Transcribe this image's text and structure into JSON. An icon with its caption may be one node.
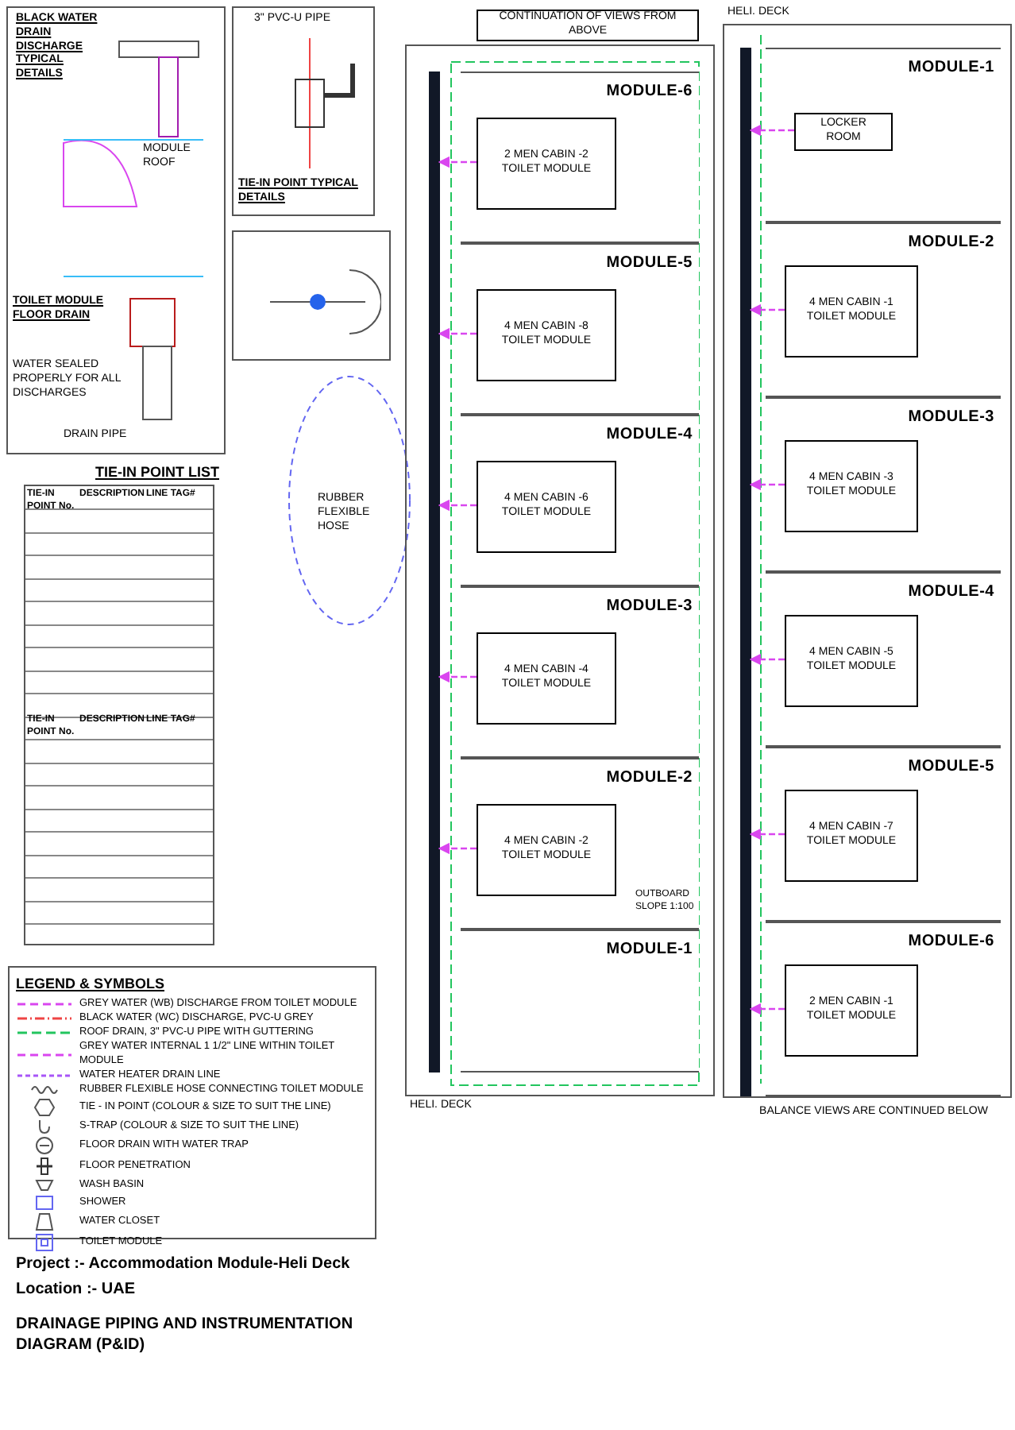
{
  "diagram": {
    "title": "DRAINAGE PIPING AND INSTRUMENTATION DIAGRAM (P&ID)",
    "nodes": [
      {
        "text": [
          "MODULE-6"
        ]
      },
      {
        "text": [
          "2 MEN CABIN -2 TOILET MODULE"
        ],
        "in": 0
      },
      {
        "text": [
          "MODULE-5"
        ]
      },
      {
        "text": [
          "4 MEN CABIN -8 TOILET MODULE"
        ],
        "in": 2
      },
      {
        "text": [
          "MODULE-4"
        ]
      },
      {
        "text": [
          "4 MEN CABIN -6 TOILET MODULE"
        ],
        "in": 4
      },
      {
        "text": [
          "MODULE-3"
        ]
      },
      {
        "text": [
          "4 MEN CABIN -4 TOILET MODULE"
        ],
        "in": 6
      },
      {
        "text": [
          "MODULE-2"
        ]
      },
      {
        "text": [
          "4 MEN CABIN -2 TOILET MODULE"
        ],
        "in": 8
      },
      {
        "text": [
          "MODULE-1"
        ]
      },
      {
        "text": [],
        "shape": "bar"
      },
      {
        "text": [
          "MODULE-1"
        ]
      },
      {
        "text": [
          "LOCKER ROOM"
        ],
        "in": 12
      },
      {
        "text": [
          "MODULE-2"
        ]
      },
      {
        "text": [
          "4 MEN CABIN -1 TOILET MODULE"
        ],
        "in": 14
      },
      {
        "text": [
          "MODULE-3"
        ]
      },
      {
        "text": [
          "4 MEN CABIN -3 TOILET MODULE"
        ],
        "in": 16
      },
      {
        "text": [
          "MODULE-4"
        ]
      },
      {
        "text": [
          "4 MEN CABIN -5 TOILET MODULE"
        ],
        "in": 18
      },
      {
        "text": [
          "MODULE-5"
        ]
      },
      {
        "text": [
          "4 MEN CABIN -7 TOILET MODULE"
        ],
        "in": 20
      },
      {
        "text": [
          "MODULE-6"
        ]
      },
      {
        "text": [
          "2 MEN CABIN -1 TOILET MODULE"
        ],
        "in": 22
      },
      {
        "text": [],
        "shape": "bar"
      }
    ],
    "edges": [
      {
        "from": 1,
        "to": 11,
        "arrow": "to"
      },
      {
        "from": 3,
        "to": 11,
        "arrow": "to"
      },
      {
        "from": 5,
        "to": 11,
        "arrow": "to"
      },
      {
        "from": 7,
        "to": 11,
        "arrow": "to"
      },
      {
        "from": 9,
        "to": 11,
        "arrow": "to"
      },
      {
        "from": 13,
        "to": 24,
        "arrow": "to"
      },
      {
        "from": 15,
        "to": 24,
        "arrow": "to"
      },
      {
        "from": 17,
        "to": 24,
        "arrow": "to"
      },
      {
        "from": 19,
        "to": 24,
        "arrow": "to"
      },
      {
        "from": 21,
        "to": 24,
        "arrow": "to"
      },
      {
        "from": 23,
        "to": 24,
        "arrow": "to"
      }
    ],
    "labels": [
      "3\" PVC-U PIPE",
      "BLACK WATER DRAIN DISCHARGE TYPICAL DETAILS",
      "MODULE ROOF",
      "TOILET MODULE FLOOR DRAIN",
      "WATER SEALED PROPERLY FOR ALL DISCHARGES",
      "DRAIN PIPE",
      "TIE-IN POINT TYPICAL DETAILS",
      "RUBBER FLEXIBLE HOSE",
      "TIE-IN POINT LIST",
      "TIE-IN POINT No.",
      "DESCRIPTION",
      "LINE TAG#",
      "TIE-IN POINT No.",
      "DESCRIPTION",
      "LINE TAG#",
      "CONTINUATION OF VIEWS FROM ABOVE",
      "OUTBOARD",
      "SLOPE 1:100",
      "HELI. DECK",
      "HELI. DECK",
      "BALANCE VIEWS ARE CONTINUED BELOW",
      "LEGEND & SYMBOLS",
      "Project :- Accommodation Module-Heli Deck",
      "Location :- UAE"
    ],
    "legend": [
      {
        "text": "GREY WATER (WB) DISCHARGE FROM TOILET MODULE"
      },
      {
        "text": "BLACK WATER (WC) DISCHARGE, PVC-U GREY"
      },
      {
        "text": "ROOF DRAIN, 3\" PVC-U PIPE WITH GUTTERING"
      },
      {
        "text": "GREY WATER INTERNAL 1 1/2\" LINE WITHIN TOILET MODULE"
      },
      {
        "text": "WATER HEATER DRAIN LINE"
      },
      {
        "text": "RUBBER FLEXIBLE HOSE CONNECTING TOILET MODULE"
      },
      {
        "text": "TIE - IN POINT (COLOUR & SIZE TO SUIT THE LINE)"
      },
      {
        "text": "S-TRAP (COLOUR & SIZE TO SUIT THE LINE)"
      },
      {
        "text": "FLOOR DRAIN WITH WATER TRAP"
      },
      {
        "text": "FLOOR PENETRATION"
      },
      {
        "text": "WASH BASIN"
      },
      {
        "text": "SHOWER"
      },
      {
        "text": "WATER CLOSET"
      },
      {
        "text": "TOILET MODULE"
      }
    ]
  }
}
